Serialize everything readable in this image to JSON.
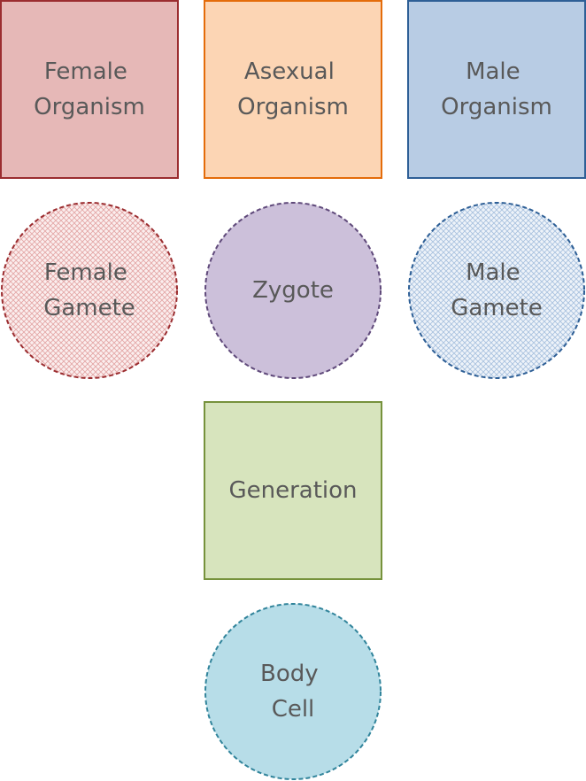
{
  "nodes": {
    "female_organism": {
      "lines": [
        "Female",
        "Organism"
      ],
      "fill": "#e6b8b7",
      "stroke": "#9b2d30"
    },
    "asexual_organism": {
      "lines": [
        "Asexual",
        "Organism"
      ],
      "fill": "#fcd5b4",
      "stroke": "#e46c0a"
    },
    "male_organism": {
      "lines": [
        "Male",
        "Organism"
      ],
      "fill": "#b8cce4",
      "stroke": "#2e5f96"
    },
    "female_gamete": {
      "lines": [
        "Female",
        "Gamete"
      ],
      "pattern_color": "#e3a7a6",
      "stroke": "#9b2d30"
    },
    "zygote": {
      "lines": [
        "Zygote"
      ],
      "fill": "#ccc0da",
      "stroke": "#5f497a"
    },
    "male_gamete": {
      "lines": [
        "Male",
        "Gamete"
      ],
      "pattern_color": "#a9c2de",
      "stroke": "#2e5f96"
    },
    "generation": {
      "lines": [
        "Generation"
      ],
      "fill": "#d7e4bd",
      "stroke": "#76923c"
    },
    "body_cell": {
      "lines": [
        "Body",
        "Cell"
      ],
      "fill": "#b7dde8",
      "stroke": "#31849b"
    }
  }
}
